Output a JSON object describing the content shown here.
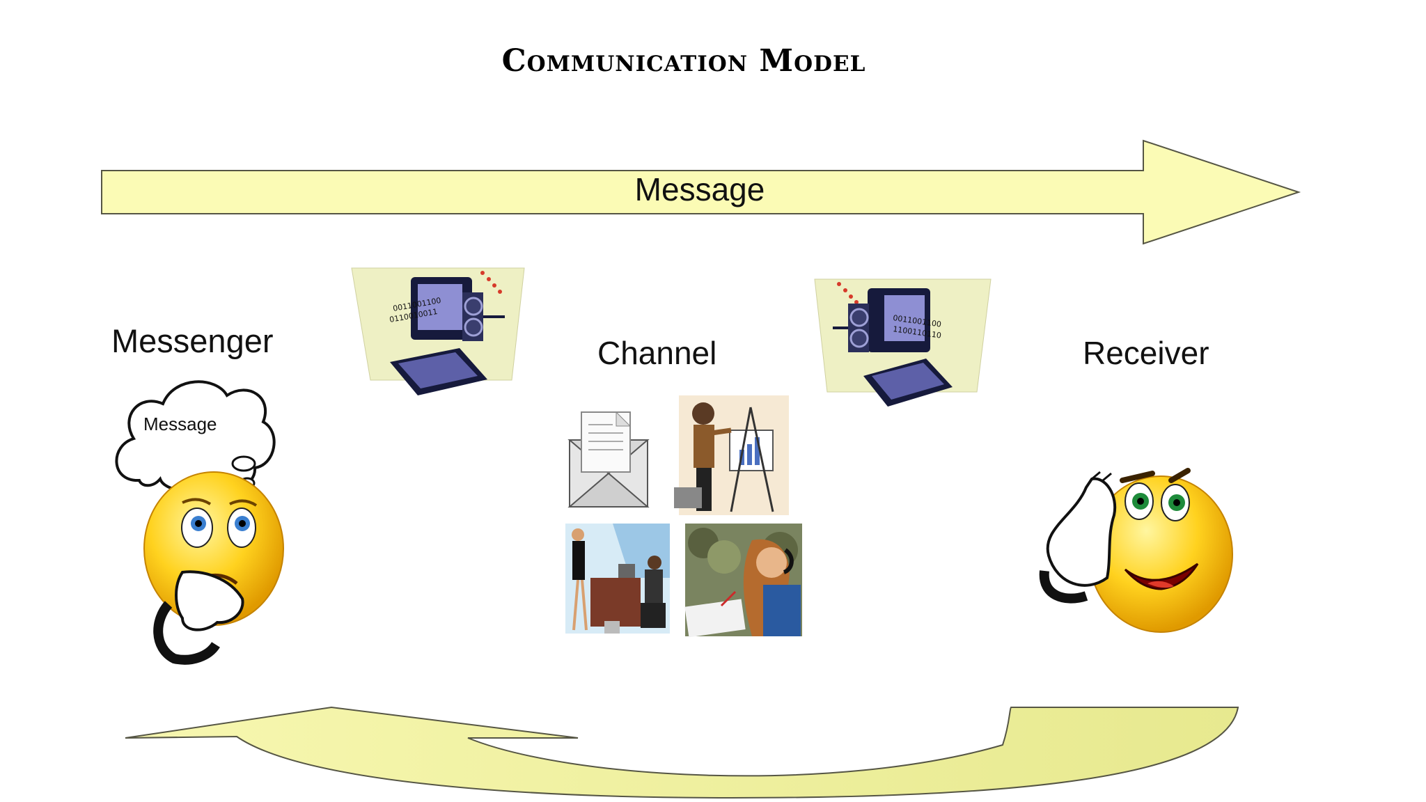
{
  "diagram": {
    "title": "Communication Model",
    "arrow_label": "Message",
    "messenger_label": "Messenger",
    "channel_label": "Channel",
    "receiver_label": "Receiver",
    "thought_bubble_label": "Message"
  },
  "colors": {
    "arrow_fill": "#fbfbb5",
    "arrow_stroke": "#555544",
    "smiley_yellow": "#ffd21f",
    "monitor_purple": "#7b7ec8",
    "background": "#ffffff"
  },
  "icons": {
    "messenger": "thinking-smiley-icon",
    "receiver": "listening-smiley-icon",
    "computers": "computer-icon",
    "channels": [
      "envelope-icon",
      "presentation-icon",
      "office-meeting-icon",
      "phone-call-icon"
    ]
  }
}
